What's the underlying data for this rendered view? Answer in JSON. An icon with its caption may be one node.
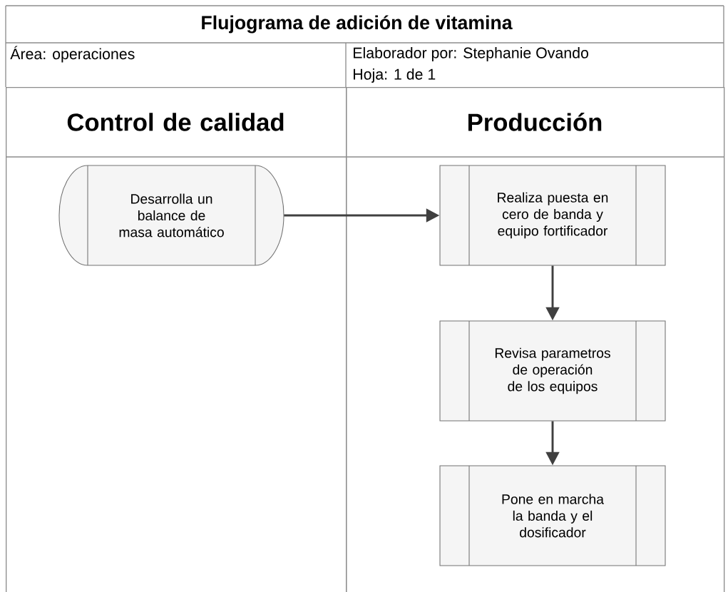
{
  "diagram": {
    "title": "Flujograma de adición de vitamina",
    "nodes": [
      {
        "text": [
          "Control de calidad"
        ]
      },
      {
        "text": [
          "Producción"
        ]
      },
      {
        "text": [
          "Desarrolla un balance de masa automático"
        ],
        "in": 0
      },
      {
        "text": [
          "Realiza puesta en cero de banda y equipo fortificador"
        ],
        "in": 1
      },
      {
        "text": [
          "Revisa parametros de operación de los equipos"
        ],
        "in": 1
      },
      {
        "text": [
          "Pone en marcha la banda y el dosificador"
        ],
        "in": 1
      }
    ],
    "edges": [
      {
        "from": 2,
        "to": 3,
        "arrow": "to"
      },
      {
        "from": 3,
        "to": 4,
        "arrow": "to"
      },
      {
        "from": 4,
        "to": 5,
        "arrow": "to"
      }
    ],
    "labels": [
      "Área: operaciones",
      "Elaborador por: Stephanie Ovando",
      "Hoja: 1 de 1"
    ]
  }
}
